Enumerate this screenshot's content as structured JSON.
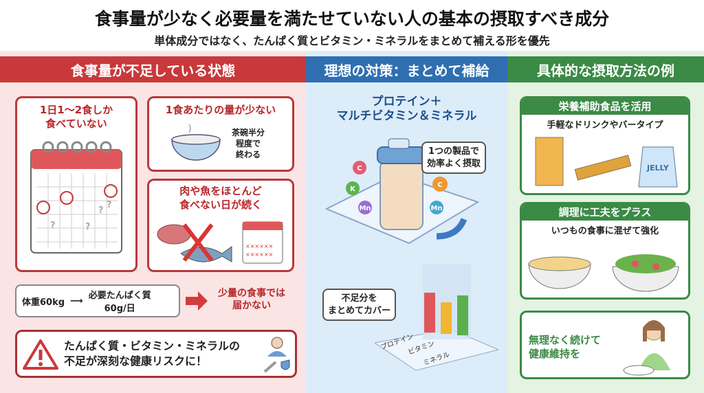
{
  "header": {
    "title": "食事量が少なく必要量を満たせていない人の基本の摂取すべき成分",
    "subtitle": "単体成分ではなく、たんぱく質とビタミン・ミネラルをまとめて補える形を優先"
  },
  "left": {
    "heading": "食事量が不足している状態",
    "card1": {
      "title": "1日1〜2食しか\n食べていない"
    },
    "card2": {
      "title": "1食あたりの量が少ない",
      "note": "茶碗半分\n程度で\n終わる"
    },
    "card3": {
      "title": "肉や魚をほとんど\n食べない日が続く"
    },
    "calc": {
      "weight": "体重60kg",
      "arrow": "⟶",
      "need": "必要たんぱく質\n60g/日",
      "result": "少量の食事では\n届かない"
    },
    "warning": {
      "text": "たんぱく質・ビタミン・ミネラルの\n不足が深刻な健康リスクに！"
    }
  },
  "middle": {
    "heading": "理想の対策：まとめて補給",
    "title": "プロテイン＋\nマルチビタミン＆ミネラル",
    "bubble1": "1つの製品で\n効率よく摂取",
    "bubble2": "不足分を\nまとめてカバー",
    "nutrients": [
      "C",
      "K",
      "Mn",
      "C",
      "Mn"
    ],
    "chart_labels": [
      "プロテイン",
      "ビタミン",
      "ミネラル"
    ]
  },
  "right": {
    "heading": "具体的な摂取方法の例",
    "cardA": {
      "title": "栄養補助食品を活用",
      "sub": "手軽なドリンクやバータイプ",
      "jelly": "JELLY"
    },
    "cardB": {
      "title": "調理に工夫をプラス",
      "sub": "いつもの食事に混ぜて強化"
    },
    "cardC": {
      "text": "無理なく続けて\n健康維持を"
    }
  },
  "colors": {
    "red": "#c9393b",
    "blue": "#2f6fb1",
    "green": "#3b8a46"
  }
}
